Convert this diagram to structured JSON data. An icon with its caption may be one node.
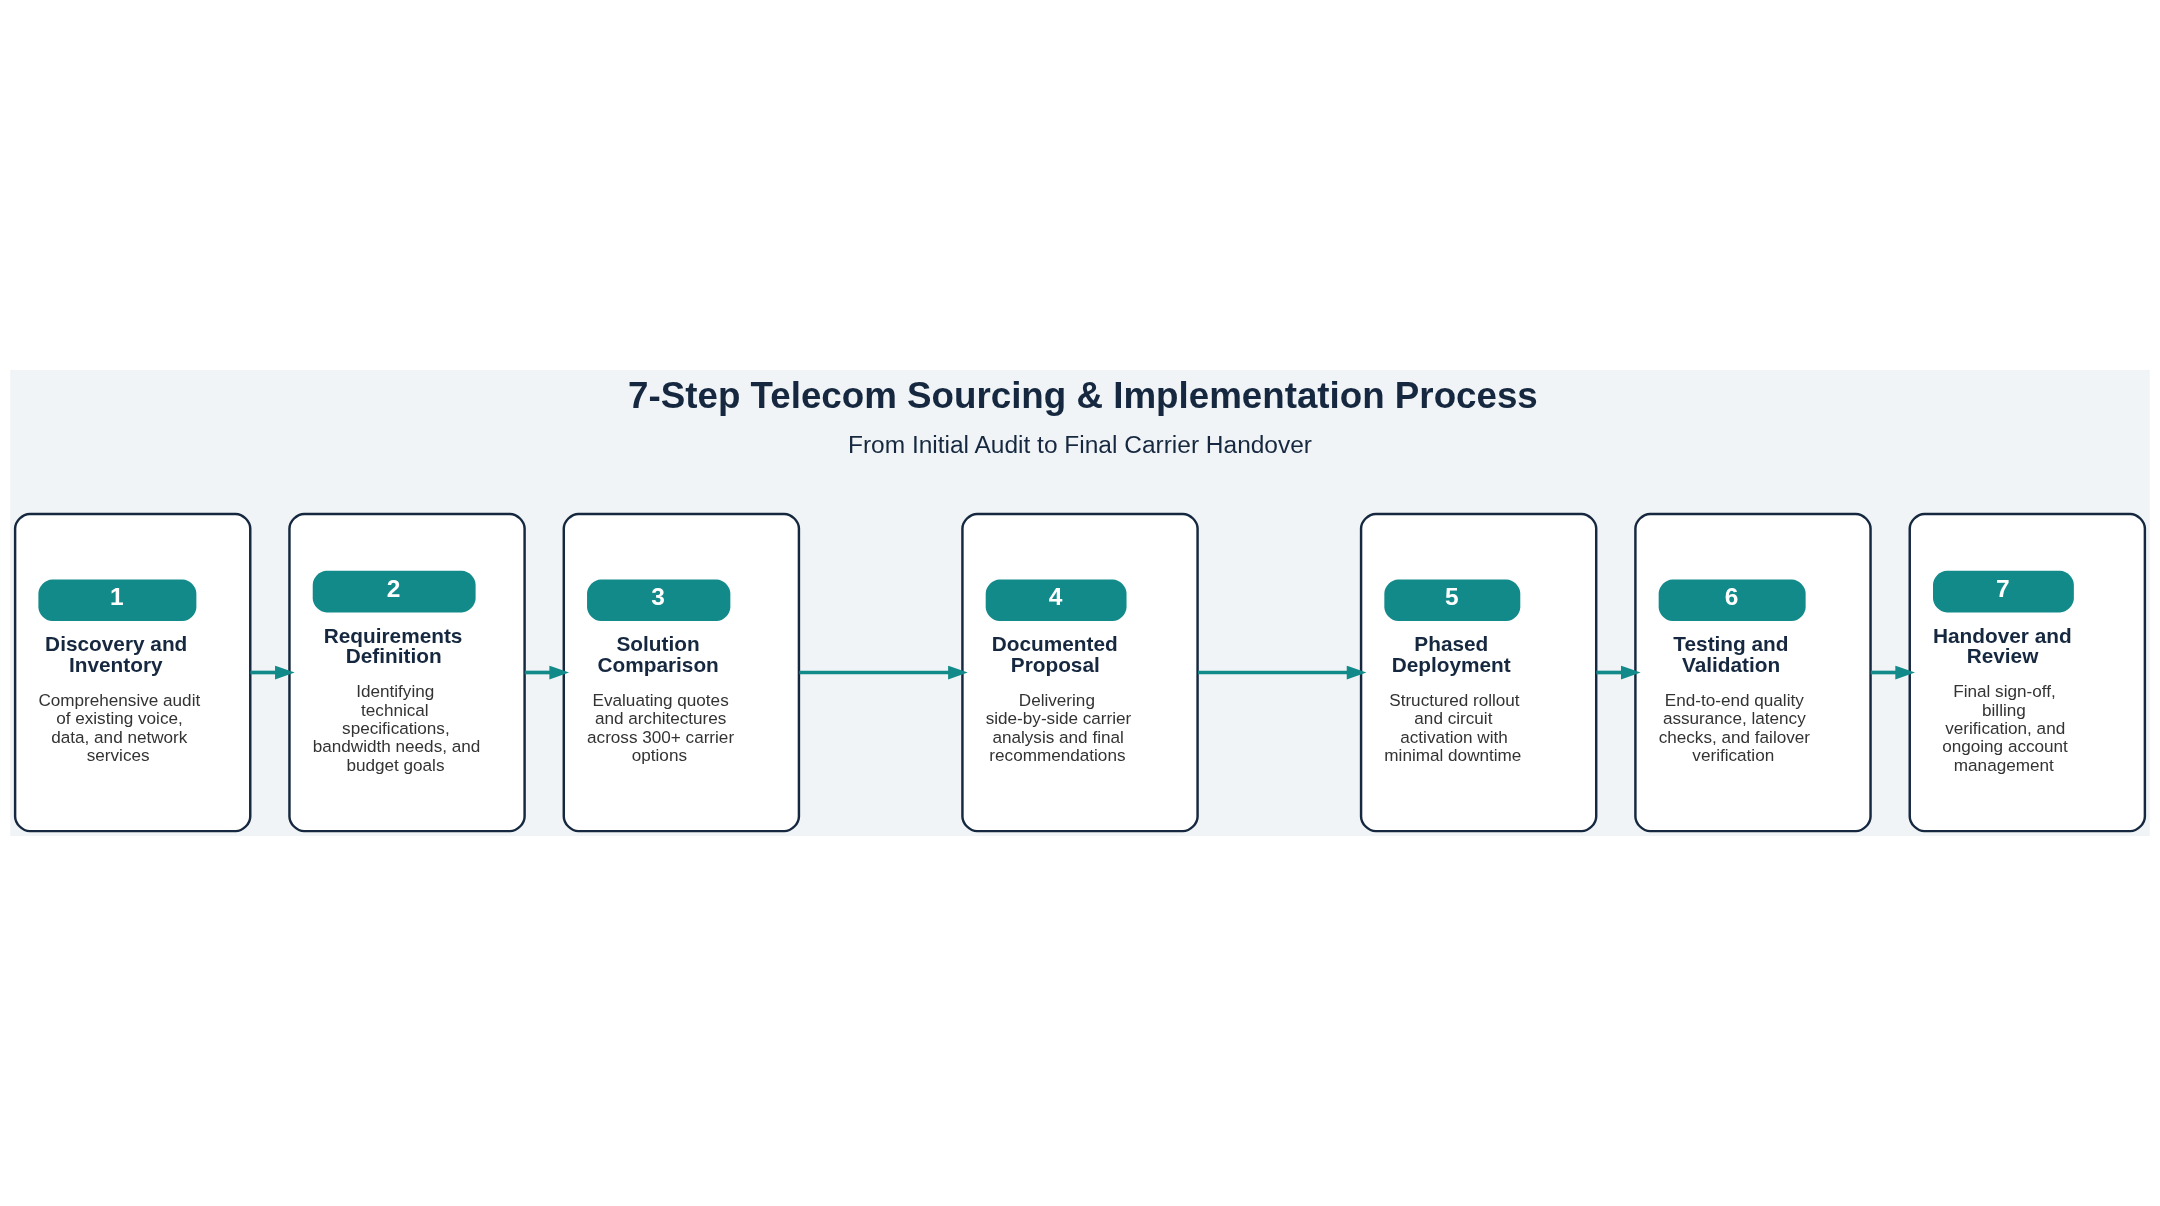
{
  "diagram": {
    "title": "7-Step Telecom Sourcing & Implementation Process",
    "nodes": [
      {
        "text": [
          "1",
          "Discovery and Inventory",
          "Comprehensive audit of existing voice, data, and network services"
        ]
      },
      {
        "text": [
          "2",
          "Requirements Definition",
          "Identifying technical specifications, bandwidth needs, and budget goals"
        ]
      },
      {
        "text": [
          "3",
          "Solution Comparison",
          "Evaluating quotes and architectures across 300+ carrier options"
        ]
      },
      {
        "text": [
          "4",
          "Documented Proposal",
          "Delivering side-by-side carrier analysis and final recommendations"
        ]
      },
      {
        "text": [
          "5",
          "Phased Deployment",
          "Structured rollout and circuit activation with minimal downtime"
        ]
      },
      {
        "text": [
          "6",
          "Testing and Validation",
          "End-to-end quality assurance, latency checks, and failover verification"
        ]
      },
      {
        "text": [
          "7",
          "Handover and Review",
          "Final sign-off, billing verification, and ongoing account management"
        ]
      }
    ],
    "edges": [
      {
        "from": 0,
        "to": 1,
        "arrow": "to"
      },
      {
        "from": 1,
        "to": 2,
        "arrow": "to"
      },
      {
        "from": 2,
        "to": 3,
        "arrow": "to"
      },
      {
        "from": 3,
        "to": 4,
        "arrow": "to"
      },
      {
        "from": 4,
        "to": 5,
        "arrow": "to"
      },
      {
        "from": 5,
        "to": 6,
        "arrow": "to"
      }
    ],
    "labels": [
      "From Initial Audit to Final Carrier Handover"
    ]
  }
}
